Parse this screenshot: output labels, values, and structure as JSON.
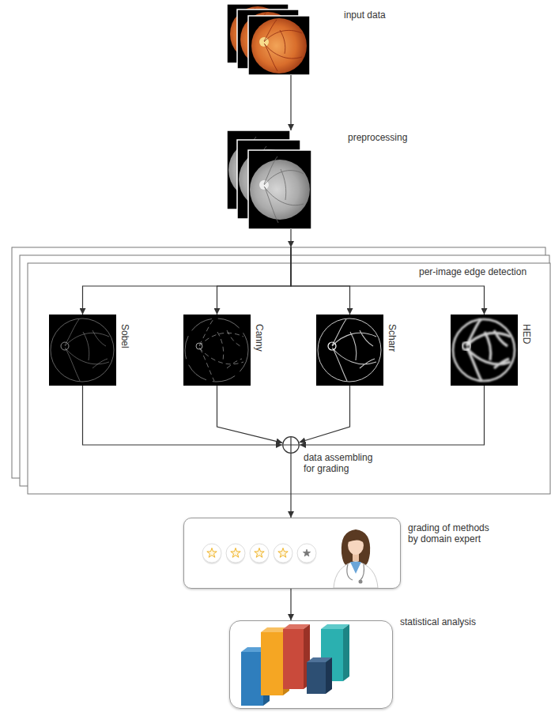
{
  "diagram": {
    "nodes": [
      {
        "text": [
          "input data"
        ]
      },
      {
        "text": [
          "preprocessing"
        ]
      },
      {
        "text": [
          "per-image edge detection"
        ]
      },
      {
        "text": [
          "Sobel"
        ],
        "in": 2
      },
      {
        "text": [
          "Canny"
        ],
        "in": 2
      },
      {
        "text": [
          "Scharr"
        ],
        "in": 2
      },
      {
        "text": [
          "HED"
        ],
        "in": 2
      },
      {
        "text": [
          "data assembling for grading"
        ],
        "in": 2
      },
      {
        "text": [
          "grading of methods by domain expert"
        ]
      },
      {
        "text": [
          "statistical analysis"
        ]
      }
    ],
    "edges": [
      {
        "from": 0,
        "to": 1,
        "arrow": "to"
      },
      {
        "from": 1,
        "to": 2,
        "arrow": "to"
      },
      {
        "from": 2,
        "to": 3,
        "arrow": "to"
      },
      {
        "from": 2,
        "to": 4,
        "arrow": "to"
      },
      {
        "from": 2,
        "to": 5,
        "arrow": "to"
      },
      {
        "from": 2,
        "to": 6,
        "arrow": "to"
      },
      {
        "from": 3,
        "to": 7,
        "arrow": "to"
      },
      {
        "from": 4,
        "to": 7,
        "arrow": "to"
      },
      {
        "from": 5,
        "to": 7,
        "arrow": "to"
      },
      {
        "from": 6,
        "to": 7,
        "arrow": "to"
      },
      {
        "from": 7,
        "to": 8,
        "arrow": "to"
      },
      {
        "from": 8,
        "to": 9,
        "arrow": "to"
      }
    ]
  }
}
